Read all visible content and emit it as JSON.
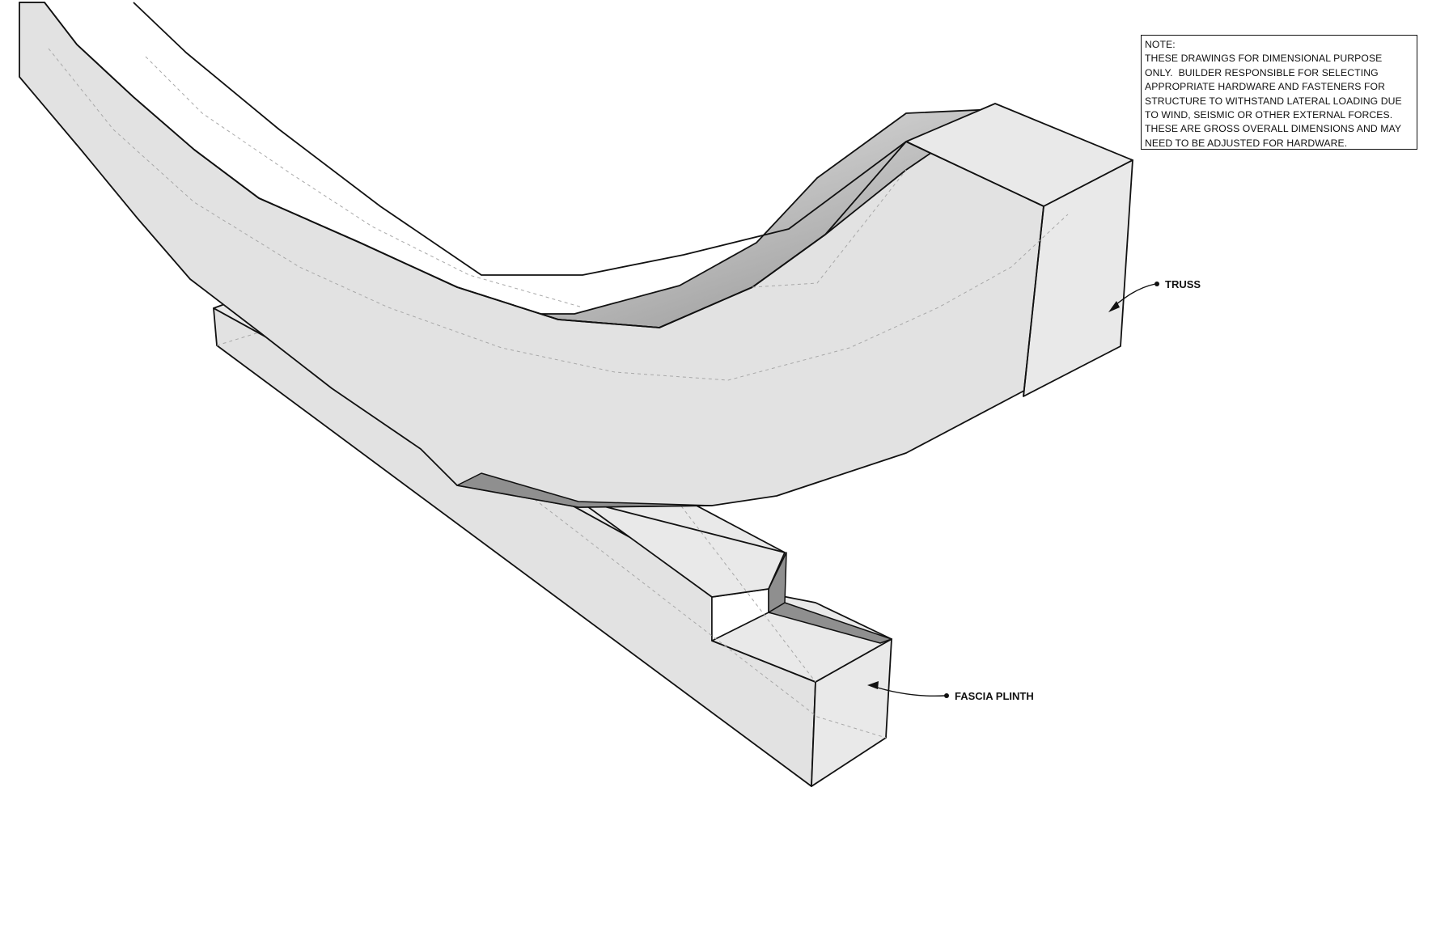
{
  "note": {
    "heading": "NOTE:",
    "lines": [
      "THESE DRAWINGS FOR DIMENSIONAL PURPOSE",
      "ONLY.  BUILDER RESPONSIBLE FOR SELECTING",
      "APPROPRIATE HARDWARE AND FASTENERS FOR",
      "STRUCTURE TO WITHSTAND LATERAL LOADING DUE",
      "TO WIND, SEISMIC OR OTHER EXTERNAL FORCES.",
      "THESE ARE GROSS OVERALL DIMENSIONS AND MAY",
      "NEED TO BE ADJUSTED FOR HARDWARE."
    ]
  },
  "callouts": {
    "truss": "TRUSS",
    "fascia_plinth": "FASCIA PLINTH"
  },
  "colors": {
    "face": "#e2e2e2",
    "shadow": "#8f8f8f",
    "line": "#111111"
  }
}
